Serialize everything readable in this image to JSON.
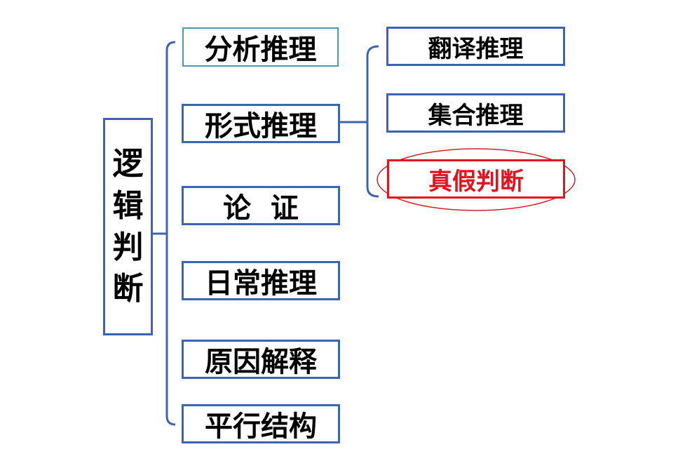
{
  "root": {
    "chars": [
      "逻",
      "辑",
      "判",
      "断"
    ]
  },
  "level1": [
    {
      "label": "分析推理"
    },
    {
      "label": "形式推理"
    },
    {
      "label": "论  证"
    },
    {
      "label": "日常推理"
    },
    {
      "label": "原因解释"
    },
    {
      "label": "平行结构"
    }
  ],
  "level2": [
    {
      "label": "翻译推理"
    },
    {
      "label": "集合推理"
    },
    {
      "label": "真假判断",
      "highlighted": true
    }
  ],
  "colors": {
    "box_border": "#3d64b4",
    "first_box_border": "#4e9aa8",
    "highlight": "#e0141e",
    "text": "#000000"
  }
}
